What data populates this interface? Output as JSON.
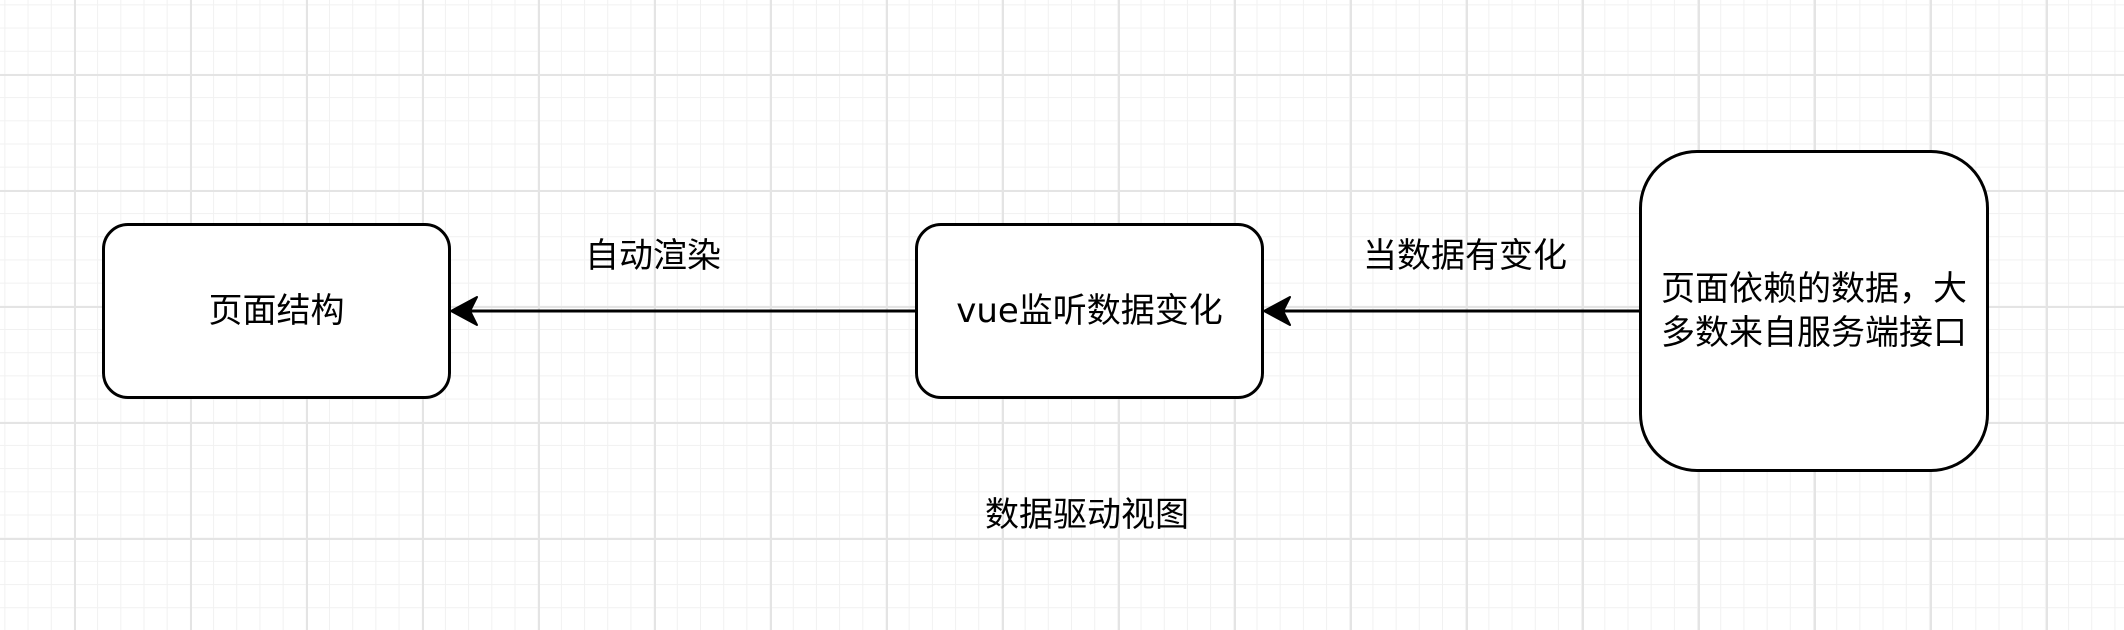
{
  "nodes": {
    "page_structure": "页面结构",
    "vue_watch": "vue监听数据变化",
    "data_source_line1": "页面依赖的数据，大",
    "data_source_line2": "多数来自服务端接口"
  },
  "edges": {
    "auto_render": "自动渲染",
    "data_changed": "当数据有变化"
  },
  "caption": "数据驱动视图",
  "colors": {
    "stroke": "#000000",
    "background": "#ffffff",
    "grid_major": "#e4e4e4",
    "grid_minor": "#f1f1f1"
  }
}
